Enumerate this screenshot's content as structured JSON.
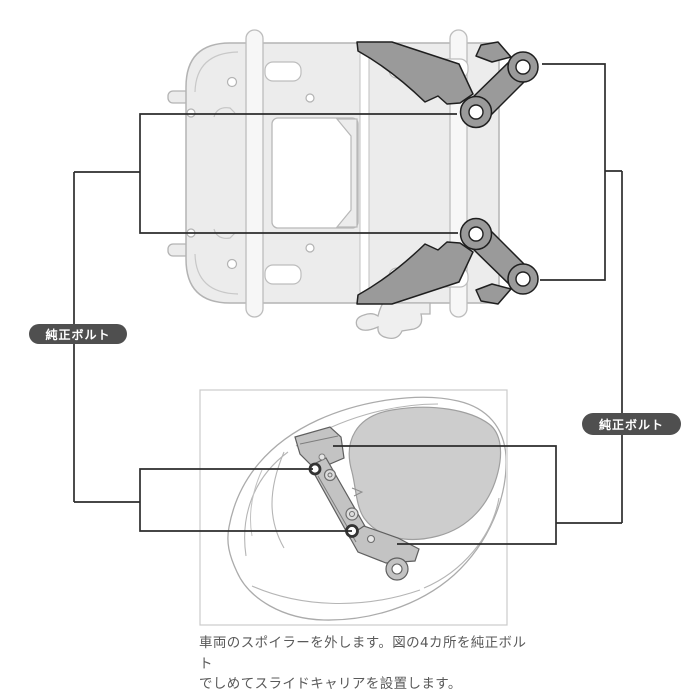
{
  "badges": {
    "left_label": "純正ボルト",
    "right_label": "純正ボルト"
  },
  "caption": {
    "line1": "車両のスポイラーを外します。図の4カ所を純正ボルト",
    "line2": "でしめてスライドキャリアを設置します。"
  },
  "colors": {
    "background": "#ffffff",
    "badge_background": "#4f4f4f",
    "badge_text": "#ffffff",
    "leader_line": "#2d2d2d",
    "carrier_fill": "#ececec",
    "carrier_outline": "#b3b3b3",
    "bracket_fill": "#9a9a9a",
    "bracket_outline": "#1f1f1f",
    "rear_bracket_fill": "#c3c3c3",
    "seat_fill": "#cdcdcd",
    "frame_border": "#cbcbcb",
    "caption_text": "#595959"
  }
}
